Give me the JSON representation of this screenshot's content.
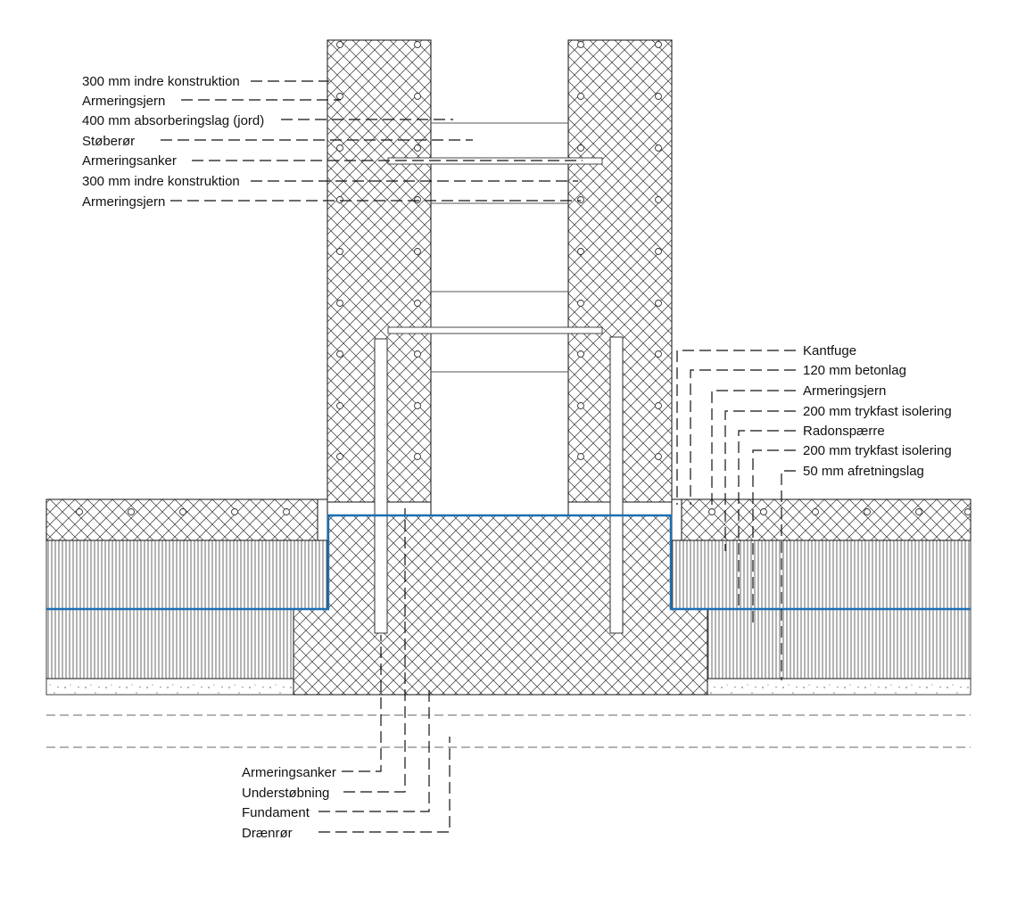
{
  "colors": {
    "line": "#111111",
    "radon_barrier": "#1a6fb5",
    "hatch": "#333333",
    "background": "#ffffff"
  },
  "labels_left_top": [
    "300 mm indre konstruktion",
    "Armeringsjern",
    "400 mm absorberingslag (jord)",
    "Støberør",
    "Armeringsanker",
    "300 mm indre konstruktion",
    "Armeringsjern"
  ],
  "labels_right": [
    "Kantfuge",
    "120 mm betonlag",
    "Armeringsjern",
    "200 mm trykfast isolering",
    "Radonspærre",
    "200 mm trykfast isolering",
    "50 mm afretningslag"
  ],
  "labels_bottom": [
    "Armeringsanker",
    "Understøbning",
    "Fundament",
    "Drænrør"
  ]
}
